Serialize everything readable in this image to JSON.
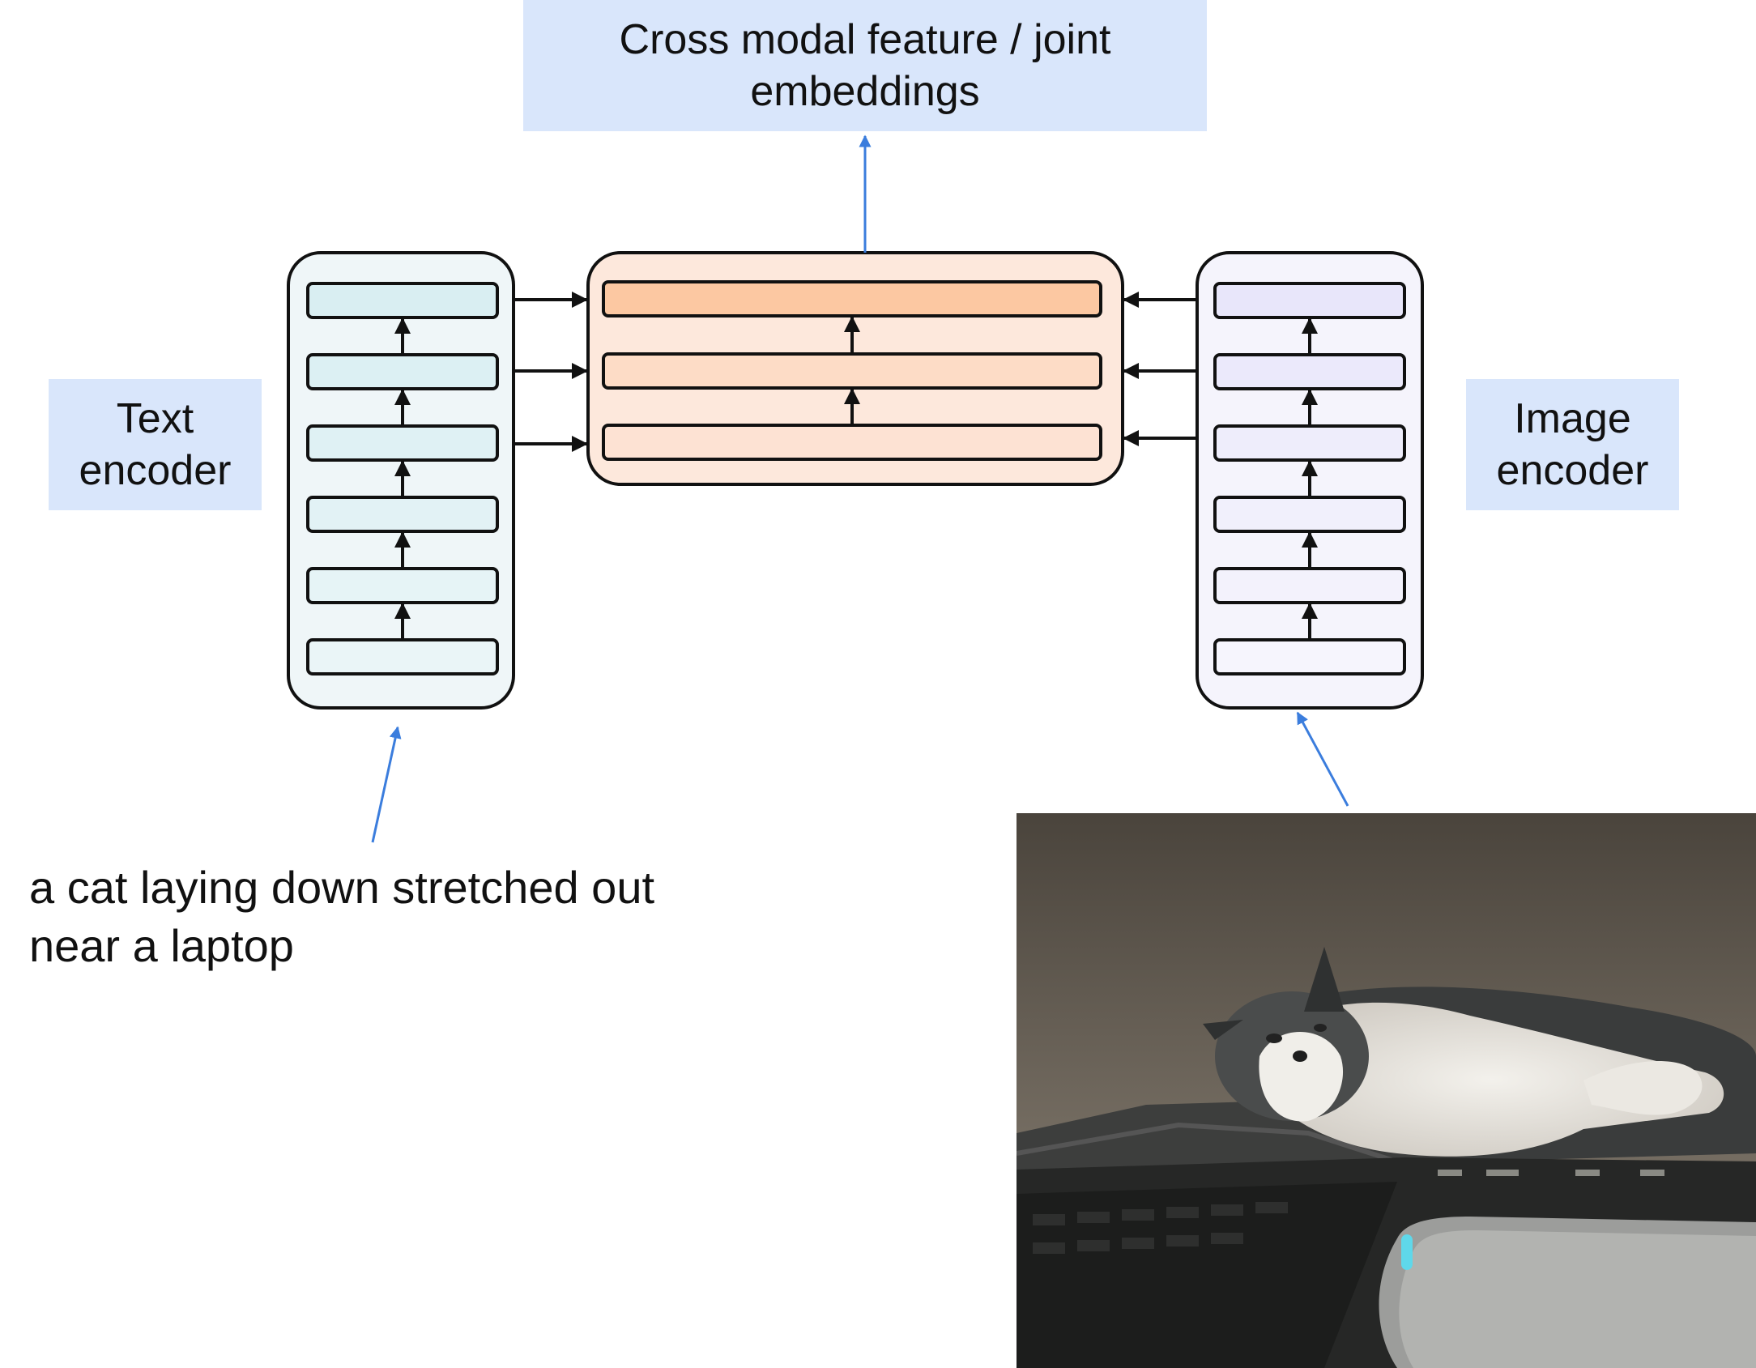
{
  "joint_label": {
    "line1": "Cross modal feature / joint",
    "line2": "embeddings"
  },
  "text_encoder_label": {
    "line1": "Text",
    "line2": "encoder"
  },
  "image_encoder_label": {
    "line1": "Image",
    "line2": "encoder"
  },
  "caption": {
    "line1": "a cat laying down stretched out",
    "line2": "near a laptop"
  },
  "colors": {
    "label_bg": "#d9e6fb",
    "arrow_blue": "#3b7ddd",
    "text_encoder_bg": "#eff6f8",
    "text_layer": "#d9eef2",
    "fusion_bg": "#fde8dc",
    "fusion_layer_top": "#fcc8a2",
    "fusion_layer": "#fddcc6",
    "image_encoder_bg": "#f5f4fc",
    "image_layer": "#e8e6fa"
  },
  "photo": {
    "subject": "gray-and-white cat lying on its back next to laptop touchpad"
  }
}
